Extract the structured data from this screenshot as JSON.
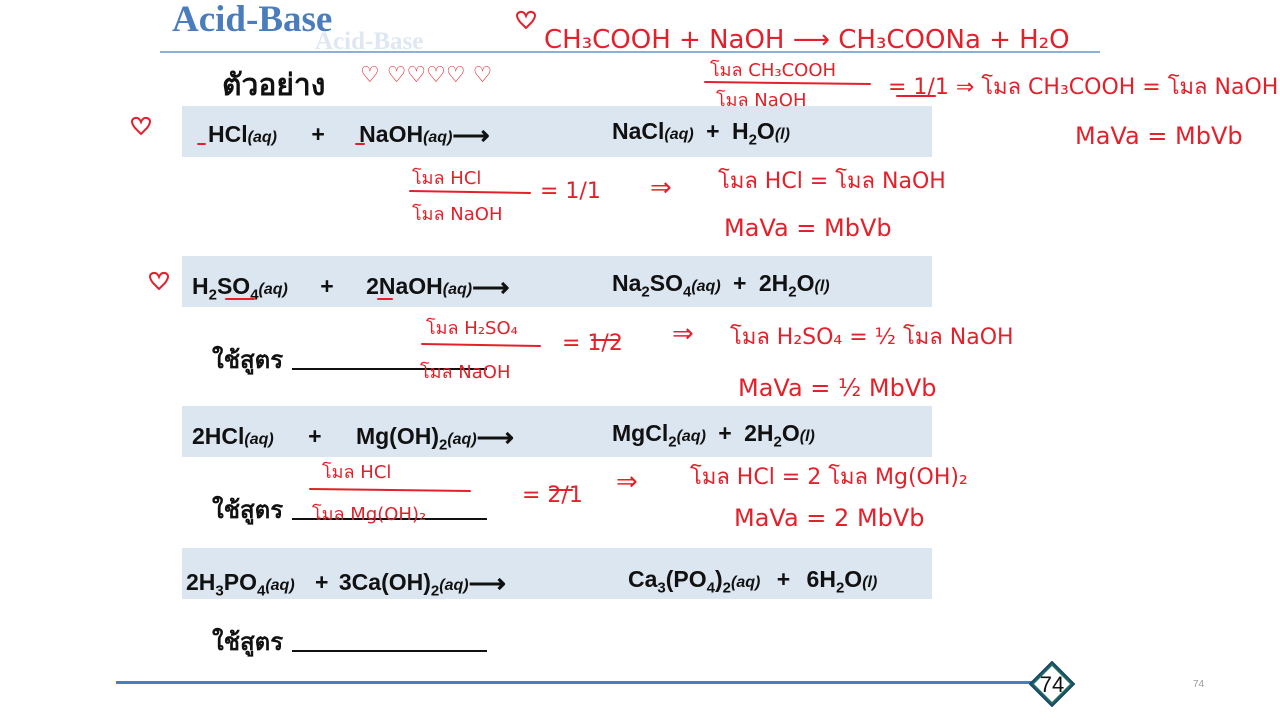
{
  "header": {
    "title": "Acid-Base",
    "title_shadow": "Acid-Base"
  },
  "example_label": "ตัวอย่าง",
  "equations": [
    {
      "left_a": "HCl",
      "state_a": "(aq)",
      "plus": "+",
      "left_b": "NaOH",
      "state_b": "(aq)",
      "arrow": "⟶",
      "prod_a": "NaCl",
      "state_pa": "(aq)",
      "prod_b": "H",
      "prod_b2": "O",
      "state_pb": "(l)"
    },
    {
      "coef_a": "",
      "left_a": "H",
      "left_a_sub": "2",
      "left_a2": "SO",
      "left_a_sub2": "4",
      "state_a": "(aq)",
      "plus": "+",
      "left_b": "2NaOH",
      "state_b": "(aq)",
      "arrow": "⟶",
      "prod_a": "Na",
      "prod_a_sub": "2",
      "prod_a2": "SO",
      "prod_a_sub2": "4",
      "state_pa": "(aq)",
      "prod_b": "2H",
      "prod_b2": "O",
      "state_pb": "(l)"
    },
    {
      "left_a": "2HCl",
      "state_a": "(aq)",
      "plus": "+",
      "left_b": "Mg(OH)",
      "left_b_sub": "2",
      "state_b": "(aq)",
      "arrow": "⟶",
      "prod_a": "MgCl",
      "prod_a_sub": "2",
      "state_pa": "(aq)",
      "prod_b": "2H",
      "prod_b2": "O",
      "state_pb": "(l)"
    },
    {
      "left_a": "2H",
      "left_a_sub": "3",
      "left_a2": "PO",
      "left_a_sub2": "4",
      "state_a": "(aq)",
      "plus": "+",
      "left_b": "3Ca(OH)",
      "left_b_sub": "2",
      "state_b": "(aq)",
      "arrow": "⟶",
      "prod_a": "Ca",
      "prod_a_sub": "3",
      "prod_a2": "(PO",
      "prod_a_sub2": "4",
      "prod_a3": ")",
      "prod_a_sub3": "2",
      "state_pa": "(aq)",
      "prod_b": "6H",
      "prod_b2": "O",
      "state_pb": "(l)"
    }
  ],
  "formula_label": "ใช้สูตร",
  "footer": {
    "page_badge": "74",
    "slide_number": "74"
  },
  "colors": {
    "title": "#4a7dbc",
    "band": "#dce6f0",
    "ink": "#e3212b",
    "rule": "#4a7dbc"
  },
  "annotations": {
    "top_eq": "CH₃COOH + NaOH ⟶ CH₃COONa + H₂O",
    "top_ratio_num": "โมล CH₃COOH",
    "top_ratio_den": "โมล NaOH",
    "top_ratio_val": "= 1/1 ⇒ โมล CH₃COOH = โมล NaOH",
    "top_mv": "MaVa = MbVb",
    "hearts": "♡ ♡♡♡♡ ♡",
    "eq1_num": "โมล HCl",
    "eq1_den": "โมล NaOH",
    "eq1_val": "= 1/1",
    "eq1_imp": "⇒",
    "eq1_res1": "โมล HCl = โมล NaOH",
    "eq1_res2": "MaVa = MbVb",
    "eq2_num": "โมล H₂SO₄",
    "eq2_den": "โมล NaOH",
    "eq2_val": "= 1/2",
    "eq2_imp": "⇒",
    "eq2_res1": "โมล H₂SO₄ = ½ โมล NaOH",
    "eq2_res2": "MaVa = ½ MbVb",
    "eq3_num": "โมล HCl",
    "eq3_den": "โมล Mg(OH)₂",
    "eq3_val": "= 2/1",
    "eq3_imp": "⇒",
    "eq3_res1": "โมล HCl = 2 โมล Mg(OH)₂",
    "eq3_res2": "MaVa = 2 MbVb"
  }
}
